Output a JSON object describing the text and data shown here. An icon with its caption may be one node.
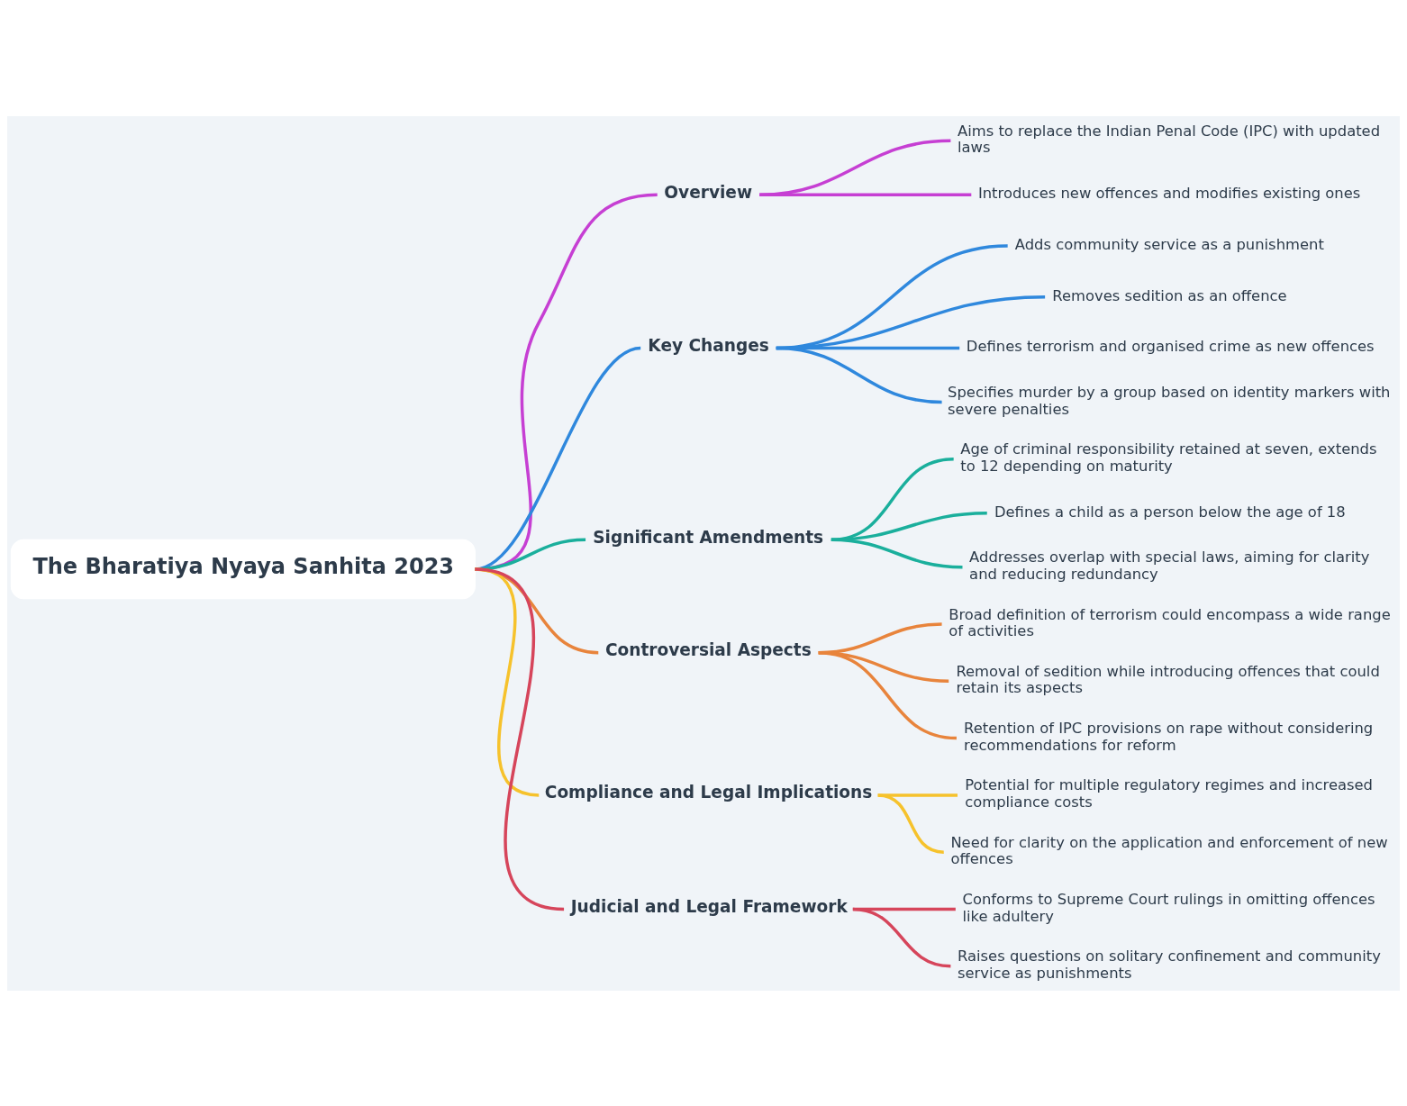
{
  "diagram": {
    "nodes": [
      {
        "text": [
          "The Bharatiya Nyaya Sanhita 2023"
        ]
      },
      {
        "text": [
          "Overview"
        ]
      },
      {
        "text": [
          "Aims to replace the Indian Penal Code (IPC) with updated laws"
        ]
      },
      {
        "text": [
          "Introduces new offences and modifies existing ones"
        ]
      },
      {
        "text": [
          "Key Changes"
        ]
      },
      {
        "text": [
          "Adds community service as a punishment"
        ]
      },
      {
        "text": [
          "Removes sedition as an offence"
        ]
      },
      {
        "text": [
          "Defines terrorism and organised crime as new offences"
        ]
      },
      {
        "text": [
          "Specifies murder by a group based on identity markers with severe penalties"
        ]
      },
      {
        "text": [
          "Significant Amendments"
        ]
      },
      {
        "text": [
          "Age of criminal responsibility retained at seven, extends to 12 depending on maturity"
        ]
      },
      {
        "text": [
          "Defines a child as a person below the age of 18"
        ]
      },
      {
        "text": [
          "Addresses overlap with special laws, aiming for clarity and reducing redundancy"
        ]
      },
      {
        "text": [
          "Controversial Aspects"
        ]
      },
      {
        "text": [
          "Broad definition of terrorism could encompass a wide range of activities"
        ]
      },
      {
        "text": [
          "Removal of sedition while introducing offences that could retain its aspects"
        ]
      },
      {
        "text": [
          "Retention of IPC provisions on rape without considering recommendations for reform"
        ]
      },
      {
        "text": [
          "Compliance and Legal Implications"
        ]
      },
      {
        "text": [
          "Potential for multiple regulatory regimes and increased compliance costs"
        ]
      },
      {
        "text": [
          "Need for clarity on the application and enforcement of new offences"
        ]
      },
      {
        "text": [
          "Judicial and Legal Framework"
        ]
      },
      {
        "text": [
          "Conforms to Supreme Court rulings in omitting offences like adultery"
        ]
      },
      {
        "text": [
          "Raises questions on solitary confinement and community service as punishments"
        ]
      }
    ],
    "edges": [
      {
        "from": 0,
        "to": 1,
        "arrow": "none",
        "color": "#c63fd3"
      },
      {
        "from": 1,
        "to": 2,
        "arrow": "none",
        "color": "#c63fd3"
      },
      {
        "from": 1,
        "to": 3,
        "arrow": "none",
        "color": "#c63fd3"
      },
      {
        "from": 0,
        "to": 4,
        "arrow": "none",
        "color": "#2f88dd"
      },
      {
        "from": 4,
        "to": 5,
        "arrow": "none",
        "color": "#2f88dd"
      },
      {
        "from": 4,
        "to": 6,
        "arrow": "none",
        "color": "#2f88dd"
      },
      {
        "from": 4,
        "to": 7,
        "arrow": "none",
        "color": "#2f88dd"
      },
      {
        "from": 4,
        "to": 8,
        "arrow": "none",
        "color": "#2f88dd"
      },
      {
        "from": 0,
        "to": 9,
        "arrow": "none",
        "color": "#1aaf9c"
      },
      {
        "from": 9,
        "to": 10,
        "arrow": "none",
        "color": "#1aaf9c"
      },
      {
        "from": 9,
        "to": 11,
        "arrow": "none",
        "color": "#1aaf9c"
      },
      {
        "from": 9,
        "to": 12,
        "arrow": "none",
        "color": "#1aaf9c"
      },
      {
        "from": 0,
        "to": 13,
        "arrow": "none",
        "color": "#e8843c"
      },
      {
        "from": 13,
        "to": 14,
        "arrow": "none",
        "color": "#e8843c"
      },
      {
        "from": 13,
        "to": 15,
        "arrow": "none",
        "color": "#e8843c"
      },
      {
        "from": 13,
        "to": 16,
        "arrow": "none",
        "color": "#e8843c"
      },
      {
        "from": 0,
        "to": 17,
        "arrow": "none",
        "color": "#f6c22c"
      },
      {
        "from": 17,
        "to": 18,
        "arrow": "none",
        "color": "#f6c22c"
      },
      {
        "from": 17,
        "to": 19,
        "arrow": "none",
        "color": "#f6c22c"
      },
      {
        "from": 0,
        "to": 20,
        "arrow": "none",
        "color": "#d6455b"
      },
      {
        "from": 20,
        "to": 21,
        "arrow": "none",
        "color": "#d6455b"
      },
      {
        "from": 20,
        "to": 22,
        "arrow": "none",
        "color": "#d6455b"
      }
    ]
  }
}
